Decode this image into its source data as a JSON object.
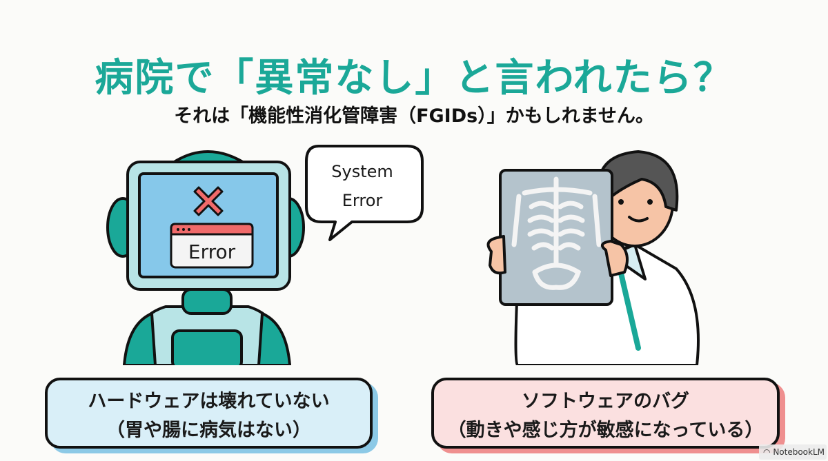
{
  "slide": {
    "title": "病院で「異常なし」と言われたら？",
    "subtitle": "それは「機能性消化管障害（FGIDs）」かもしれません。"
  },
  "left_panel": {
    "illustration": "robot-with-error-screen",
    "screen_dialog_label": "Error",
    "speech_bubble": {
      "line1": "System",
      "line2": "Error"
    },
    "card": {
      "line1": "ハードウェアは壊れていない",
      "line2": "（胃や腸に病気はない）"
    }
  },
  "right_panel": {
    "illustration": "doctor-holding-xray",
    "card": {
      "line1": "ソフトウェアのバグ",
      "line2": "（動きや感じ方が敏感になっている）"
    }
  },
  "watermark": {
    "label": "NotebookLM"
  },
  "colors": {
    "title": "#1ba898",
    "robot_teal": "#1aa898",
    "robot_light": "#b8e4e6",
    "screen_blue": "#86c8ea",
    "error_red": "#f06a6a",
    "card_left_bg": "#d9eff8",
    "card_left_shadow": "#8cc9e6",
    "card_right_bg": "#fbe0e0",
    "card_right_shadow": "#ef8f8f"
  }
}
